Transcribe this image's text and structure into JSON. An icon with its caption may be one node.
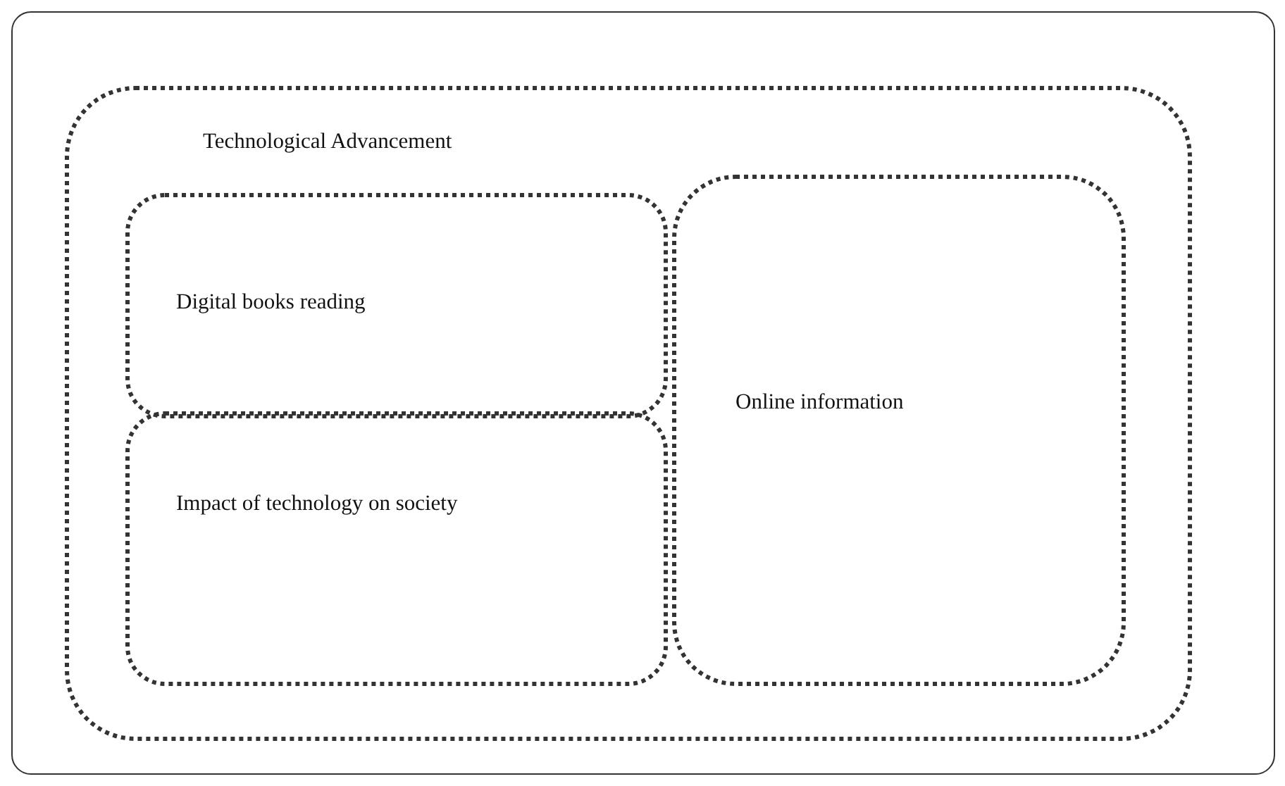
{
  "diagram": {
    "nodes": [
      {
        "text": [],
        "shape": "box"
      },
      {
        "text": [
          "Technological Advancement"
        ],
        "in": 0
      },
      {
        "text": [
          "Digital books reading"
        ],
        "in": 1
      },
      {
        "text": [
          "Impact of technology on society"
        ],
        "in": 1
      },
      {
        "text": [
          "Online information"
        ],
        "in": 1
      }
    ]
  }
}
